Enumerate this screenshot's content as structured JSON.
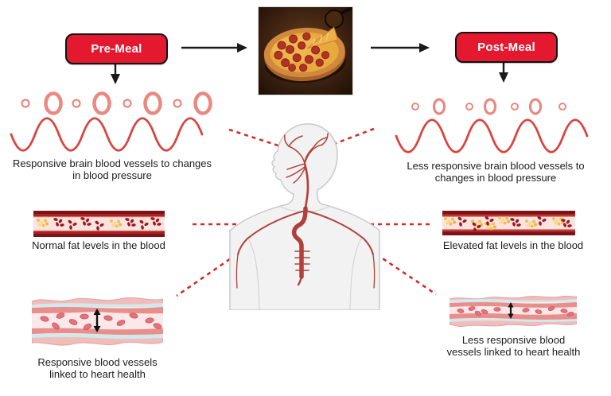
{
  "figure": {
    "title": "Pre-meal vs post-meal vascular response diagram"
  },
  "flow": {
    "pre_meal_label": "Pre-Meal",
    "post_meal_label": "Post-Meal",
    "meal_image": "pepperoni-pizza"
  },
  "panels": {
    "brain_left": {
      "lines": [
        "Responsive brain blood vessels to changes",
        "in blood pressure"
      ]
    },
    "brain_right": {
      "lines": [
        "Less responsive brain blood vessels to",
        "changes in blood pressure"
      ]
    },
    "fat_left": {
      "caption": "Normal fat levels in the blood"
    },
    "fat_right": {
      "caption": "Elevated fat levels in the blood"
    },
    "heart_left": {
      "lines": [
        "Responsive blood vessels",
        "linked to heart health"
      ]
    },
    "heart_right": {
      "lines": [
        "Less responsive blood",
        "vessels linked to heart health"
      ]
    }
  },
  "icons": [
    "arrow-right-icon",
    "arrow-down-icon",
    "vessel-rings-icon",
    "pulse-wave-icon",
    "blood-vessel-cross-section-icon",
    "artery-wall-icon",
    "double-arrow-icon",
    "dashed-connector-line",
    "human-vascular-figure",
    "pizza-image",
    "pizza-cutter-icon"
  ],
  "colors": {
    "button_red": "#e4182e",
    "outline_black": "#121212",
    "wave_red": "#d9453f",
    "ring_salmon": "#e9897f",
    "dashed_red": "#cf2d26",
    "vessel_wall_dark": "#7d1316",
    "vessel_wall_mid": "#a82225",
    "vessel_lumen_pink": "#fbe4df",
    "blood_cell_dark_red": "#9f1722",
    "fat_yellow": "#f2bf52",
    "outer_vessel_pink": "#f1bdbb",
    "elastic_blue": "#cfe9ee",
    "media_salmon": "#e78f8b",
    "lumen_light": "#fce8e8",
    "cell_rose": "#e2737c",
    "artery_red": "#b2403a",
    "body_gray": "#f2f2f2"
  }
}
